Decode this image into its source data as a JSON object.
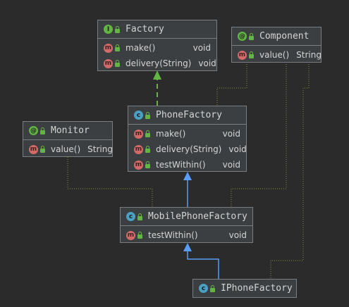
{
  "classes": {
    "factory": {
      "title": "Factory",
      "kind_icon": "interface-icon",
      "members": [
        {
          "sig": "make()",
          "ret": "void"
        },
        {
          "sig": "delivery(String)",
          "ret": "void"
        }
      ]
    },
    "component": {
      "title": "Component",
      "kind_icon": "annotation-icon",
      "members": [
        {
          "sig": "value()",
          "ret": "String"
        }
      ]
    },
    "phone_factory": {
      "title": "PhoneFactory",
      "kind_icon": "class-icon",
      "members": [
        {
          "sig": "make()",
          "ret": "void"
        },
        {
          "sig": "delivery(String)",
          "ret": "void"
        },
        {
          "sig": "testWithin()",
          "ret": "void"
        }
      ]
    },
    "monitor": {
      "title": "Monitor",
      "kind_icon": "annotation-icon",
      "members": [
        {
          "sig": "value()",
          "ret": "String"
        }
      ]
    },
    "mobile_phone_factory": {
      "title": "MobilePhoneFactory",
      "kind_icon": "class-icon",
      "members": [
        {
          "sig": "testWithin()",
          "ret": "void"
        }
      ]
    },
    "iphone_factory": {
      "title": "IPhoneFactory",
      "kind_icon": "class-icon",
      "members": []
    }
  },
  "colors": {
    "background": "#2b2b2b",
    "implements_arrow": "#62b543",
    "extends_arrow": "#589df6",
    "annotation_link": "#8a8f3a"
  }
}
